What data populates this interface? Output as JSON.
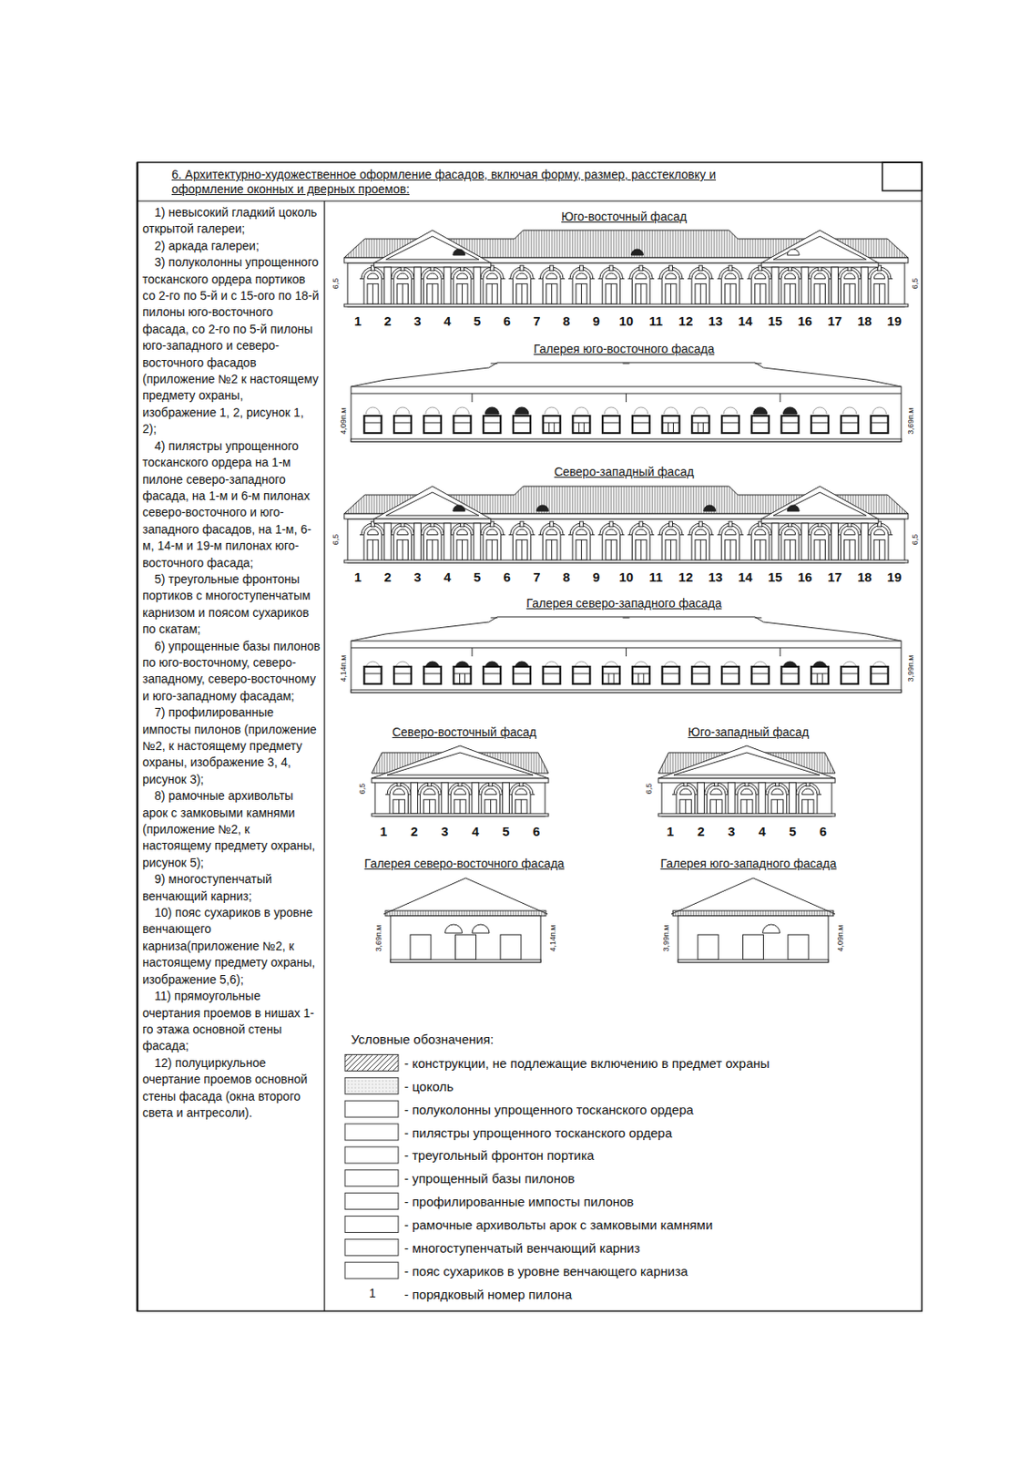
{
  "diagram": {
    "nodes": [
      {
        "text": [
          "6. Архитектурно-художественное оформление фасадов, включая форму, размер, расстекловку и оформление оконных и дверных проемов:"
        ]
      },
      {
        "text": [
          "1) невысокий гладкий цоколь открытой галереи;",
          "2) аркада галереи;",
          "3) полуколонны упрощенного тосканского ордера портиков со 2-го по 5-й и с 15-ого по 18-й пилоны юго-восточного фасада, со 2-го по 5-й пилоны юго-западного и северо-восточного фасадов (приложение №2 к настоящему предмету охраны, изображение 1, 2, рисунок 1, 2);",
          "4) пилястры упрощенного тосканского ордера на 1-м пилоне северо-западного фасада, на 1-м и 6-м пилонах северо-восточного и юго-западного фасадов, на 1-м, 6-м, 14-м и 19-м пилонах юго-восточного фасада;",
          "5) треугольные фронтоны портиков с многоступенчатым карнизом и поясом сухариков по скатам;",
          "6) упрощенные базы пилонов по юго-восточному, северо-западному, северо-восточному и юго-западному фасадам;",
          "7) профилированные импосты пилонов (приложение №2, к настоящему предмету охраны, изображение 3, 4, рисунок 3);",
          "8) рамочные архивольты арок с замковыми камнями (приложение №2, к настоящему предмету охраны, рисунок 5);",
          "9) многоступенчатый венчающий карниз;",
          "10) пояс сухариков в уровне венчающего карниза(приложение №2, к настоящему предмету охраны, изображение 5,6);",
          "11) прямоугольные очертания проемов в нишах 1-го этажа основной стены фасада;",
          "12) полуциркульное очертание проемов основной стены фасада (окна второго света и антресоли)."
        ]
      }
    ],
    "labels": [
      "Юго-восточный фасад",
      "6,5",
      "6,5",
      "1",
      "2",
      "3",
      "4",
      "5",
      "6",
      "7",
      "8",
      "9",
      "10",
      "11",
      "12",
      "13",
      "14",
      "15",
      "16",
      "17",
      "18",
      "19",
      "Галерея юго-восточного фасада",
      "4,09п.м",
      "3,69п.м",
      "Северо-западный фасад",
      "6,5",
      "6,5",
      "1",
      "2",
      "3",
      "4",
      "5",
      "6",
      "7",
      "8",
      "9",
      "10",
      "11",
      "12",
      "13",
      "14",
      "15",
      "16",
      "17",
      "18",
      "19",
      "Галерея северо-западного фасада",
      "4,14п.м",
      "3,99п.м",
      "Северо-восточный фасад",
      "6,5",
      "1",
      "2",
      "3",
      "4",
      "5",
      "6",
      "Юго-западный фасад",
      "6,5",
      "1",
      "2",
      "3",
      "4",
      "5",
      "6",
      "Галерея северо-восточного фасада",
      "3,69п.м",
      "4,14п.м",
      "Галерея юго-западного фасада",
      "3,99п.м",
      "4,09п.м",
      "Условные обозначения:",
      "1"
    ],
    "legend": [
      {
        "text": "- конструкции, не подлежащие включению в предмет охраны"
      },
      {
        "text": "- цоколь"
      },
      {
        "text": "- полуколонны упрощенного тосканского ордера"
      },
      {
        "text": "- пилястры упрощенного тосканского ордера"
      },
      {
        "text": "- треугольный фронтон портика"
      },
      {
        "text": "- упрощенный базы пилонов"
      },
      {
        "text": "- профилированные импосты пилонов"
      },
      {
        "text": "- рамочные архивольты арок с замковыми камнями"
      },
      {
        "text": "- многоступенчатый венчающий карниз"
      },
      {
        "text": "- пояс сухариков в уровне венчающего карниза"
      },
      {
        "text": "- порядковый номер пилона"
      }
    ]
  }
}
